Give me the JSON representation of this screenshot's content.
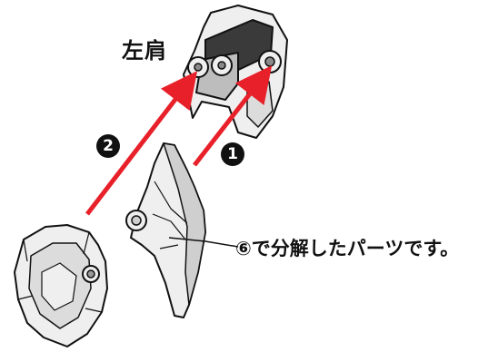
{
  "title": "左肩",
  "note": "⑥で分解したパーツです。",
  "steps": [
    {
      "number": "1"
    },
    {
      "number": "2"
    }
  ],
  "colors": {
    "arrow": "#e8202a",
    "outline": "#111111",
    "part_fill": "#efefef",
    "part_shadow": "#cfcfcf",
    "joint_dark": "#3a3a3a",
    "background": "#ffffff"
  },
  "icons": {
    "shoulder_joint": "shoulder-joint-part-icon",
    "shoulder_armor": "shoulder-armor-part-icon",
    "outer_shell": "outer-shell-part-icon",
    "arrow": "assembly-arrow-icon"
  }
}
